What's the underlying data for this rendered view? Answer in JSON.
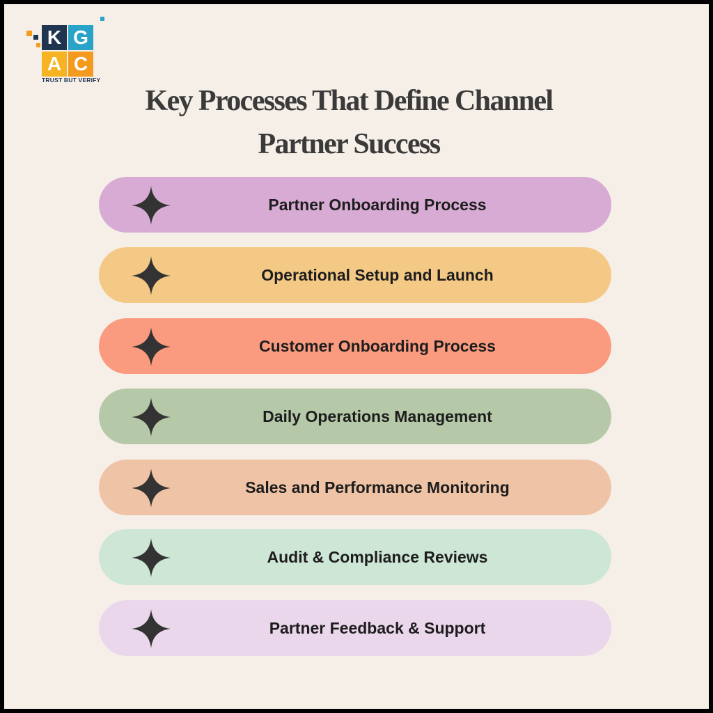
{
  "logo": {
    "letters": [
      "K",
      "G",
      "A",
      "C"
    ],
    "tagline": "TRUST BUT VERIFY",
    "colors": {
      "navy": "#1f3550",
      "teal": "#2aa3c9",
      "orange": "#f39a1f",
      "gold": "#f6b422"
    }
  },
  "title": {
    "line1": "Key Processes That Define Channel",
    "line2": "Partner Success"
  },
  "items": [
    {
      "label": "Partner Onboarding Process",
      "icon": "four-point-star-icon",
      "color": "#d7abd3"
    },
    {
      "label": "Operational Setup and Launch",
      "icon": "four-point-star-icon",
      "color": "#f4c985"
    },
    {
      "label": "Customer Onboarding Process",
      "icon": "four-point-star-icon",
      "color": "#fa9b80"
    },
    {
      "label": "Daily Operations Management",
      "icon": "four-point-star-icon",
      "color": "#b5c9a8"
    },
    {
      "label": "Sales and Performance Monitoring",
      "icon": "four-point-star-icon",
      "color": "#efc3a6"
    },
    {
      "label": "Audit & Compliance Reviews",
      "icon": "four-point-star-icon",
      "color": "#cde6d6"
    },
    {
      "label": "Partner Feedback & Support",
      "icon": "four-point-star-icon",
      "color": "#ebd7eb"
    }
  ],
  "colors": {
    "background": "#f6efe8",
    "border": "#000000",
    "title_text": "#3a3a3a",
    "star": "#333333"
  }
}
